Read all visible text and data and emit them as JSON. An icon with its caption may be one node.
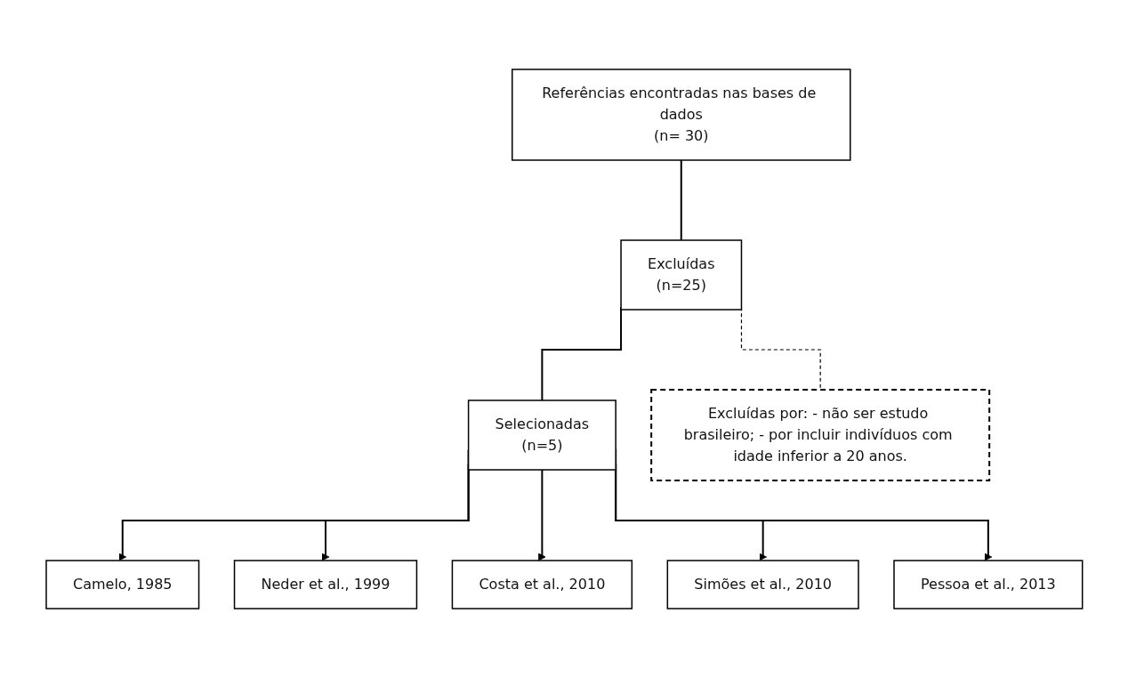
{
  "diagram": {
    "nodes": [
      {
        "text": [
          "Referências encontradas nas bases de dados",
          "(n= 30)"
        ]
      },
      {
        "text": [
          "Excluídas",
          "(n=25)"
        ]
      },
      {
        "text": [
          "Excluídas por: - não ser estudo brasileiro; - por incluir indivíduos com idade inferior a 20 anos."
        ]
      },
      {
        "text": [
          "Selecionadas",
          "(n=5)"
        ]
      },
      {
        "text": [
          "Camelo, 1985"
        ]
      },
      {
        "text": [
          "Neder et al., 1999"
        ]
      },
      {
        "text": [
          "Costa et al., 2010"
        ]
      },
      {
        "text": [
          "Simões et al., 2010"
        ]
      },
      {
        "text": [
          "Pessoa et al., 2013"
        ]
      }
    ],
    "edges": [
      {
        "from": 0,
        "to": 1,
        "arrow": "none"
      },
      {
        "from": 1,
        "to": 2,
        "arrow": "none",
        "style": "dashed"
      },
      {
        "from": 1,
        "to": 3,
        "arrow": "none"
      },
      {
        "from": 3,
        "to": 4,
        "arrow": "to"
      },
      {
        "from": 3,
        "to": 5,
        "arrow": "to"
      },
      {
        "from": 3,
        "to": 6,
        "arrow": "to"
      },
      {
        "from": 3,
        "to": 7,
        "arrow": "to"
      },
      {
        "from": 3,
        "to": 8,
        "arrow": "to"
      }
    ]
  }
}
